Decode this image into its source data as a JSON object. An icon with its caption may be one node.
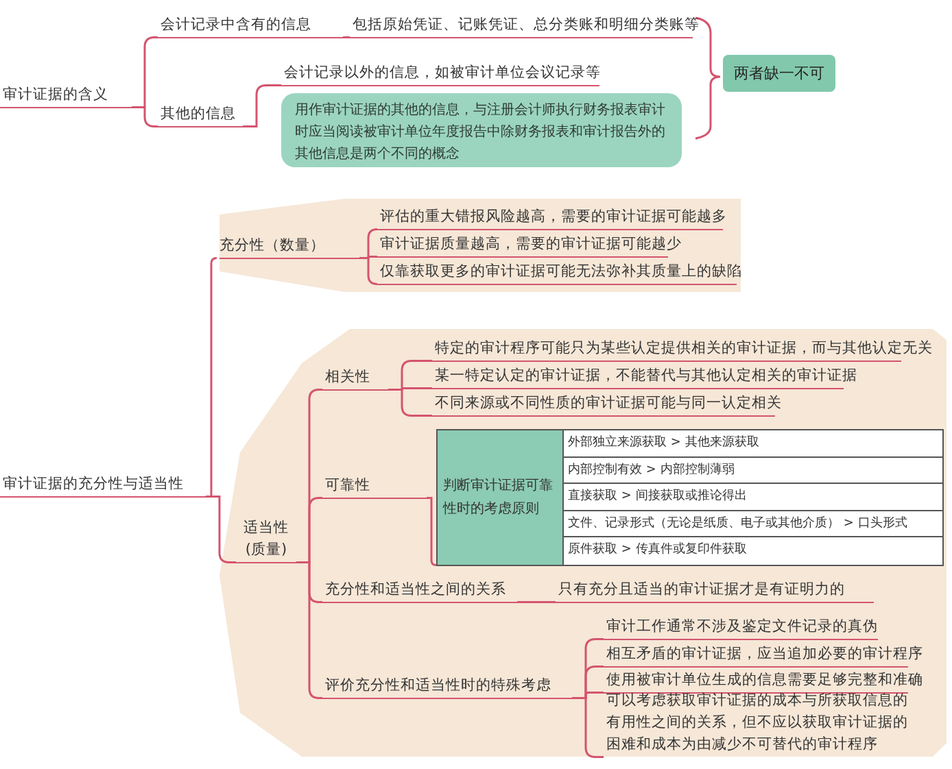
{
  "diagram": {
    "nodes": [
      {
        "text": [
          "审计证据的含义"
        ]
      },
      {
        "text": [
          "会计记录中含有的信息"
        ]
      },
      {
        "text": [
          "包括原始凭证、记账凭证、总分类账和明细分类账等"
        ]
      },
      {
        "text": [
          "其他的信息"
        ]
      },
      {
        "text": [
          "会计记录以外的信息，如被审计单位会议记录等"
        ]
      },
      {
        "text": [
          "用作审计证据的其他的信息，与注册会计师执行财务报表审计时应当阅读被审计单位年度报告中除财务报表和审计报告外的其他信息是两个不同的概念"
        ]
      },
      {
        "text": [
          "两者缺一不可"
        ]
      },
      {
        "text": [
          "审计证据的充分性与适当性"
        ]
      },
      {
        "text": [],
        "shape": "band"
      },
      {
        "text": [
          "充分性（数量）"
        ],
        "in": 8
      },
      {
        "text": [
          "评估的重大错报风险越高，需要的审计证据可能越多"
        ],
        "in": 8
      },
      {
        "text": [
          "审计证据质量越高，需要的审计证据可能越少"
        ],
        "in": 8
      },
      {
        "text": [
          "仅靠获取更多的审计证据可能无法弥补其质量上的缺陷"
        ],
        "in": 8
      },
      {
        "text": [],
        "shape": "band"
      },
      {
        "text": [
          "适当性 (质量)"
        ],
        "in": 13
      },
      {
        "text": [
          "相关性"
        ],
        "in": 13
      },
      {
        "text": [
          "特定的审计程序可能只为某些认定提供相关的审计证据，而与其他认定无关"
        ],
        "in": 13
      },
      {
        "text": [
          "某一特定认定的审计证据，不能替代与其他认定相关的审计证据"
        ],
        "in": 13
      },
      {
        "text": [
          "不同来源或不同性质的审计证据可能与同一认定相关"
        ],
        "in": 13
      },
      {
        "text": [
          "可靠性"
        ],
        "in": 13
      },
      {
        "text": [],
        "shape": "box",
        "in": 13
      },
      {
        "text": [
          "判断审计证据可靠性时的考虑原则"
        ],
        "in": 20
      },
      {
        "text": [
          "外部独立来源获取 > 其他来源获取"
        ],
        "in": 20
      },
      {
        "text": [
          "内部控制有效 > 内部控制薄弱"
        ],
        "in": 20
      },
      {
        "text": [
          "直接获取 > 间接获取或推论得出"
        ],
        "in": 20
      },
      {
        "text": [
          "文件、记录形式（无论是纸质、电子或其他介质） > 口头形式"
        ],
        "in": 20
      },
      {
        "text": [
          "原件获取 > 传真件或复印件获取"
        ],
        "in": 20
      },
      {
        "text": [
          "充分性和适当性之间的关系"
        ],
        "in": 13
      },
      {
        "text": [
          "只有充分且适当的审计证据才是有证明力的"
        ],
        "in": 13
      },
      {
        "text": [
          "评价充分性和适当性时的特殊考虑"
        ],
        "in": 13
      },
      {
        "text": [
          "审计工作通常不涉及鉴定文件记录的真伪"
        ],
        "in": 13
      },
      {
        "text": [
          "相互矛盾的审计证据，应当追加必要的审计程序"
        ],
        "in": 13
      },
      {
        "text": [
          "使用被审计单位生成的信息需要足够完整和准确"
        ],
        "in": 13
      },
      {
        "text": [
          "可以考虑获取审计证据的成本与所获取信息的有用性之间的关系，但不应以获取审计证据的困难和成本为由减少不可替代的审计程序"
        ],
        "in": 13
      }
    ],
    "edges": [
      {
        "from": 0,
        "to": 1,
        "arrow": "none"
      },
      {
        "from": 0,
        "to": 3,
        "arrow": "none"
      },
      {
        "from": 1,
        "to": 2,
        "arrow": "none"
      },
      {
        "from": 3,
        "to": 4,
        "arrow": "none"
      },
      {
        "from": 7,
        "to": 9,
        "arrow": "none"
      },
      {
        "from": 7,
        "to": 14,
        "arrow": "none"
      },
      {
        "from": 9,
        "to": 10,
        "arrow": "none"
      },
      {
        "from": 9,
        "to": 11,
        "arrow": "none"
      },
      {
        "from": 9,
        "to": 12,
        "arrow": "none"
      },
      {
        "from": 14,
        "to": 15,
        "arrow": "none"
      },
      {
        "from": 14,
        "to": 19,
        "arrow": "none"
      },
      {
        "from": 14,
        "to": 27,
        "arrow": "none"
      },
      {
        "from": 14,
        "to": 29,
        "arrow": "none"
      },
      {
        "from": 15,
        "to": 16,
        "arrow": "none"
      },
      {
        "from": 15,
        "to": 17,
        "arrow": "none"
      },
      {
        "from": 15,
        "to": 18,
        "arrow": "none"
      },
      {
        "from": 19,
        "to": 20,
        "arrow": "none"
      },
      {
        "from": 27,
        "to": 28,
        "arrow": "none"
      },
      {
        "from": 29,
        "to": 30,
        "arrow": "none"
      },
      {
        "from": 29,
        "to": 31,
        "arrow": "none"
      },
      {
        "from": 29,
        "to": 32,
        "arrow": "none"
      },
      {
        "from": 29,
        "to": 33,
        "arrow": "none"
      }
    ]
  }
}
